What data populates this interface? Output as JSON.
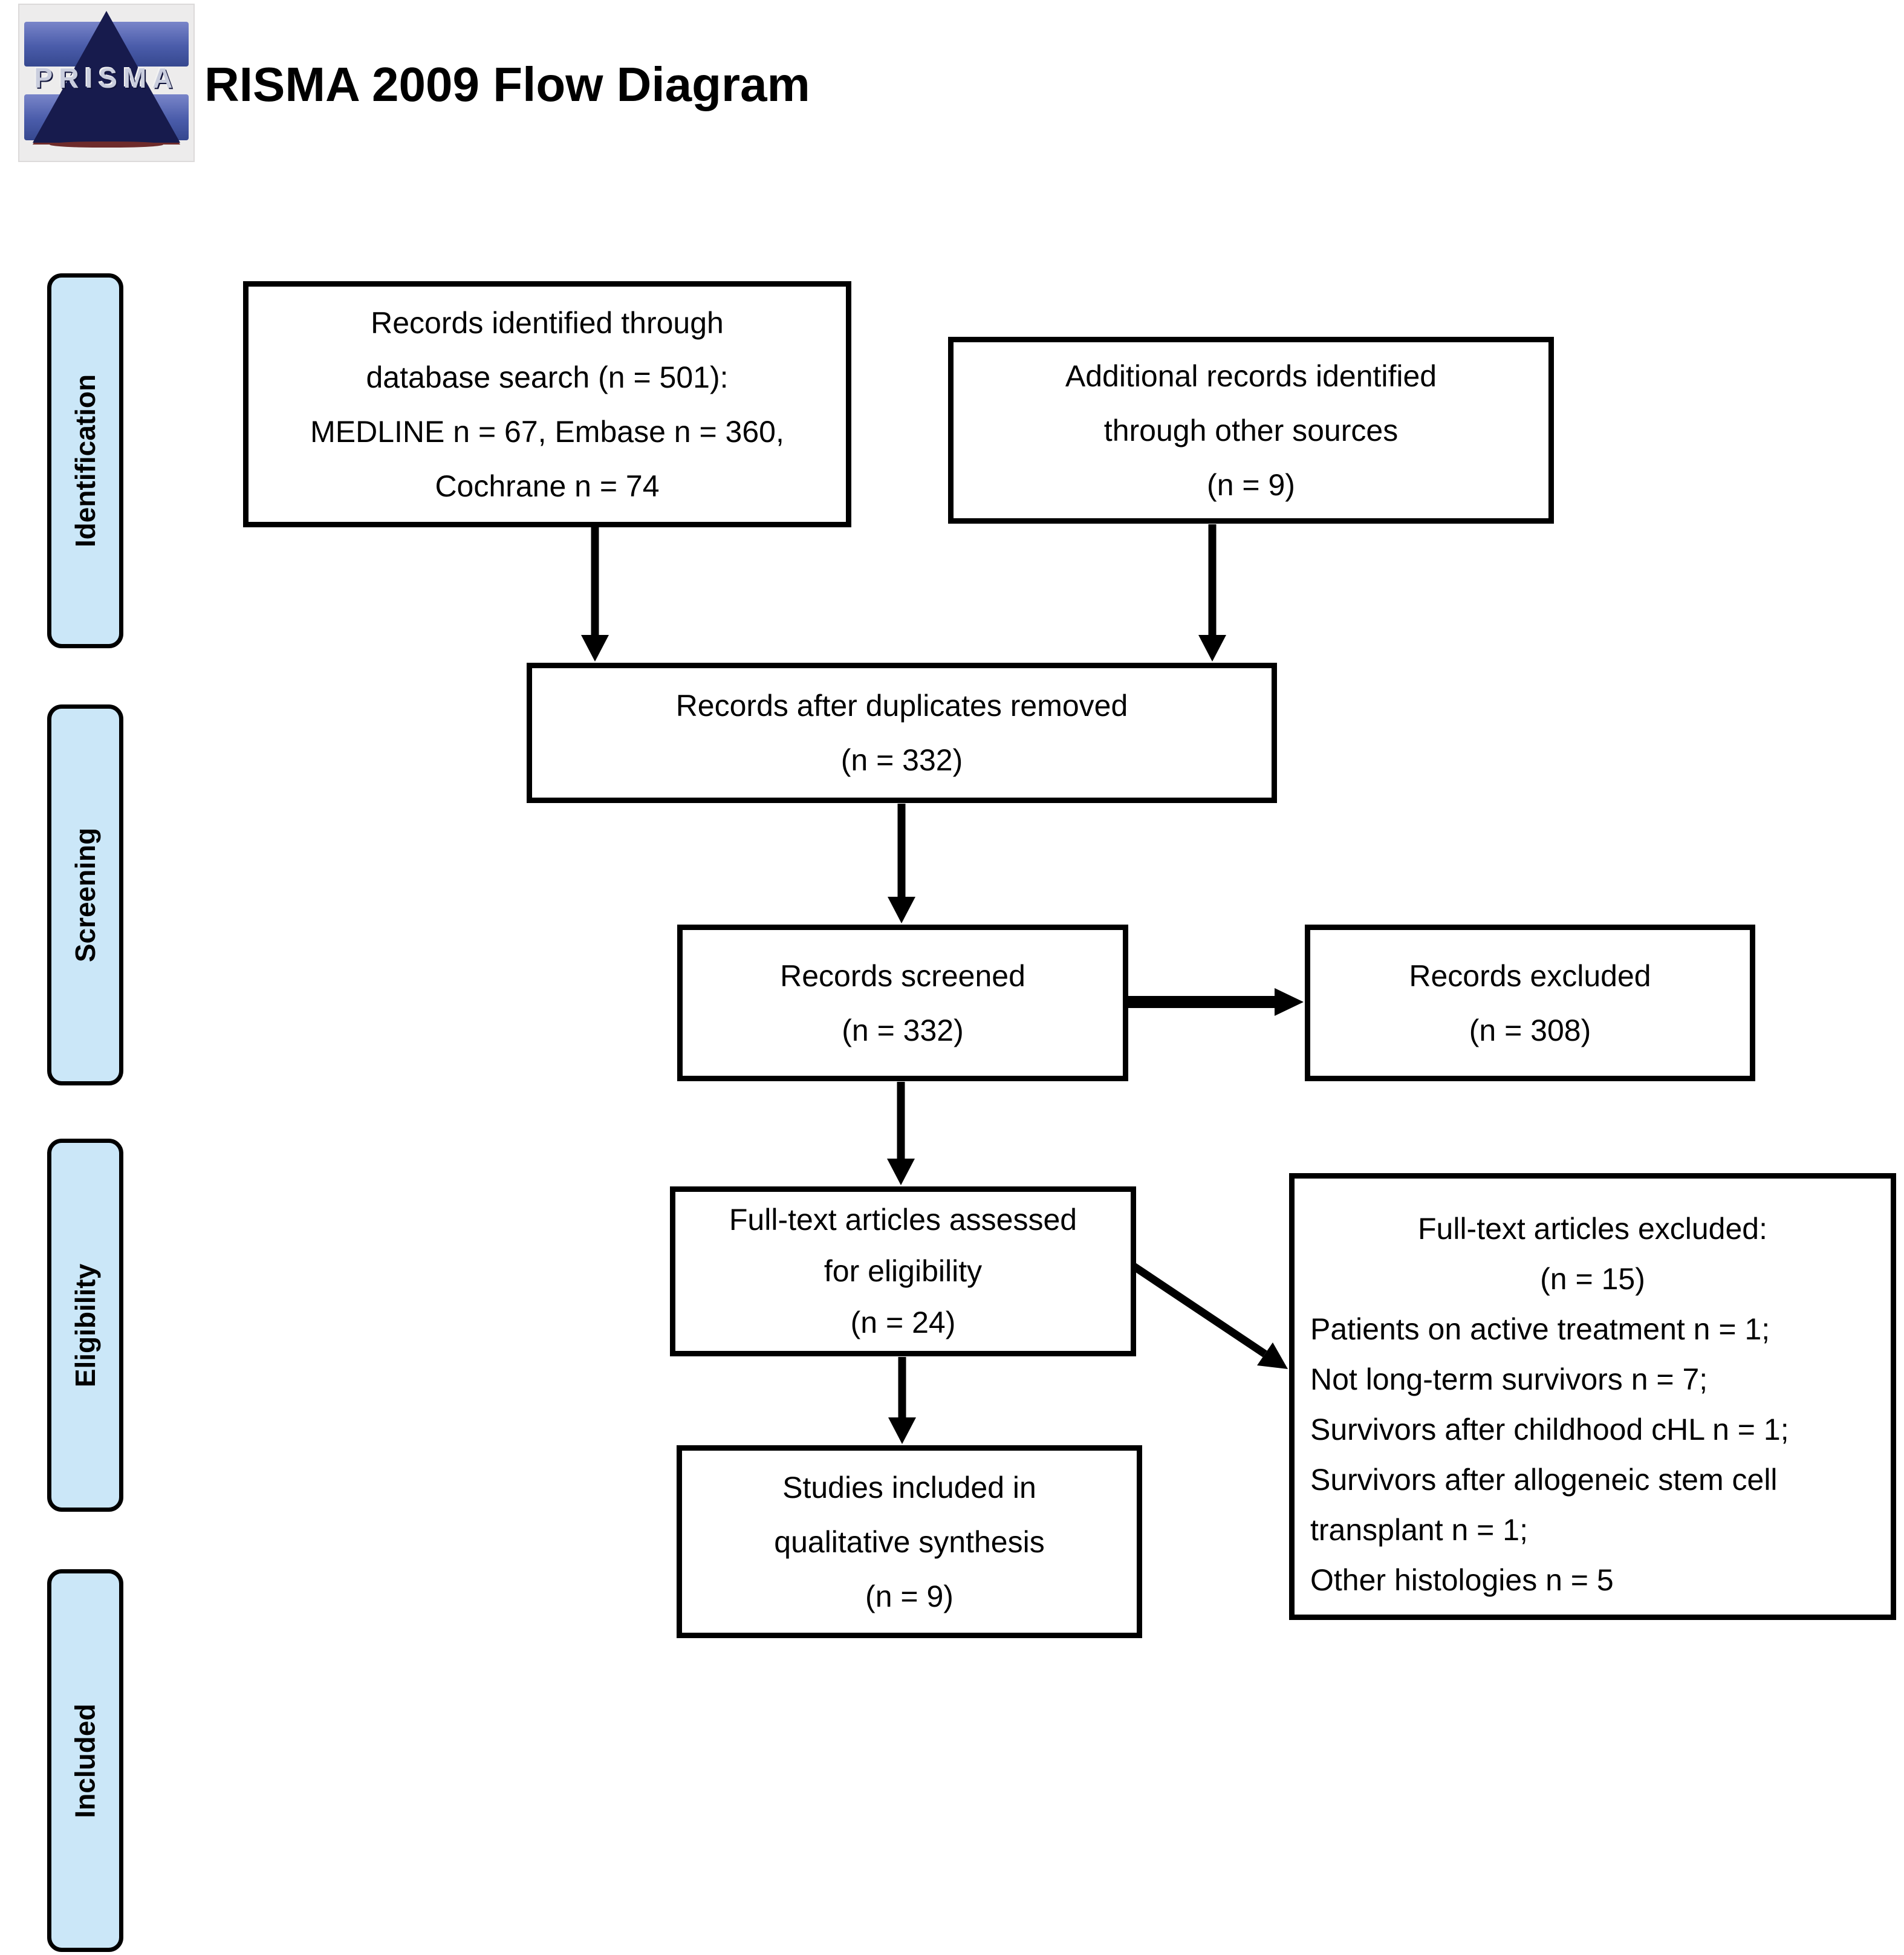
{
  "page": {
    "title": "RISMA 2009 Flow Diagram"
  },
  "logo": {
    "text": "PRISMA"
  },
  "sidebar": {
    "items": [
      {
        "label": "Identification"
      },
      {
        "label": "Screening"
      },
      {
        "label": "Eligibility"
      },
      {
        "label": "Included"
      }
    ]
  },
  "flow": {
    "identified": {
      "lines": [
        "Records identified through",
        "database search (n = 501):",
        "MEDLINE n = 67, Embase n = 360,",
        "Cochrane n = 74"
      ]
    },
    "additional": {
      "lines": [
        "Additional records identified",
        "through other sources",
        "(n = 9)"
      ]
    },
    "deduplicated": {
      "lines": [
        "Records after duplicates removed",
        "(n = 332)"
      ]
    },
    "screened": {
      "lines": [
        "Records screened",
        "(n = 332)"
      ]
    },
    "records_excluded": {
      "lines": [
        "Records excluded",
        "(n = 308)"
      ]
    },
    "fulltext_assessed": {
      "lines": [
        "Full-text articles assessed",
        "for eligibility",
        "(n = 24)"
      ]
    },
    "fulltext_excluded": {
      "header_lines": [
        "Full-text articles excluded:",
        "(n = 15)"
      ],
      "reason_lines": [
        "Patients on active treatment n = 1;",
        "Not long-term survivors n = 7;",
        "Survivors after childhood cHL n = 1;",
        "Survivors after allogeneic stem cell",
        "transplant n = 1;",
        "Other histologies n = 5"
      ]
    },
    "included_studies": {
      "lines": [
        "Studies included in",
        "qualitative synthesis",
        "(n = 9)"
      ]
    }
  },
  "colors": {
    "sidebar_fill": "#cbe7f8",
    "box_border": "#000000",
    "arrow": "#000000",
    "logo_blue": "#4a5caa",
    "logo_navy": "#171b4d",
    "logo_maroon": "#6e2b2b",
    "text": "#000000"
  }
}
